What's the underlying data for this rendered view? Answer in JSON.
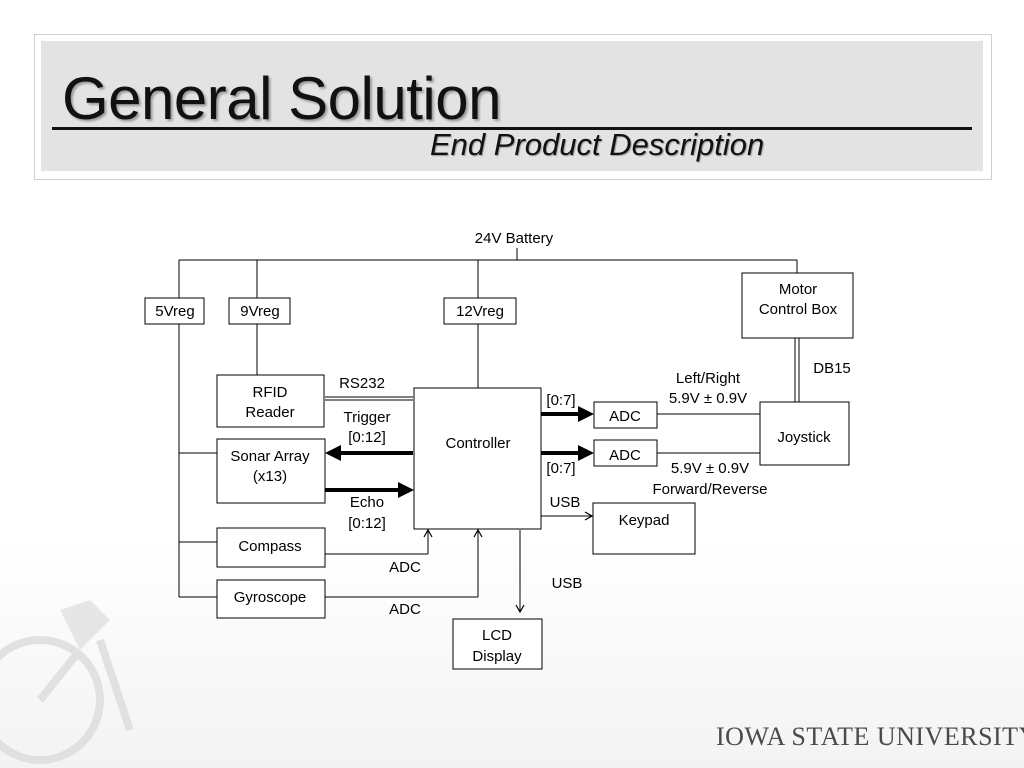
{
  "slide": {
    "title": "General Solution",
    "subtitle": "End Product Description"
  },
  "diagram": {
    "power_source": "24V Battery",
    "regulators": [
      "5Vreg",
      "9Vreg",
      "12Vreg"
    ],
    "motor_box": [
      "Motor",
      "Control Box"
    ],
    "rfid": [
      "RFID",
      "Reader"
    ],
    "sonar": [
      "Sonar Array",
      "(x13)"
    ],
    "compass": "Compass",
    "gyroscope": "Gyroscope",
    "controller": "Controller",
    "adc_top": "ADC",
    "adc_bottom": "ADC",
    "joystick": "Joystick",
    "keypad": "Keypad",
    "lcd": [
      "LCD",
      "Display"
    ],
    "labels": {
      "db15": "DB15",
      "rs232": "RS232",
      "trigger": [
        "Trigger",
        "[0:12]"
      ],
      "echo": [
        "Echo",
        "[0:12]"
      ],
      "adc_compass": "ADC",
      "adc_gyro": "ADC",
      "bus_top": "[0:7]",
      "bus_bottom": "[0:7]",
      "usb_keypad": "USB",
      "usb_lcd": "USB",
      "left_right": [
        "Left/Right",
        "5.9V ± 0.9V"
      ],
      "forward_reverse": [
        "5.9V ± 0.9V",
        "Forward/Reverse"
      ]
    }
  },
  "branding": {
    "university": "IOWA STATE UNIVERSITY"
  }
}
